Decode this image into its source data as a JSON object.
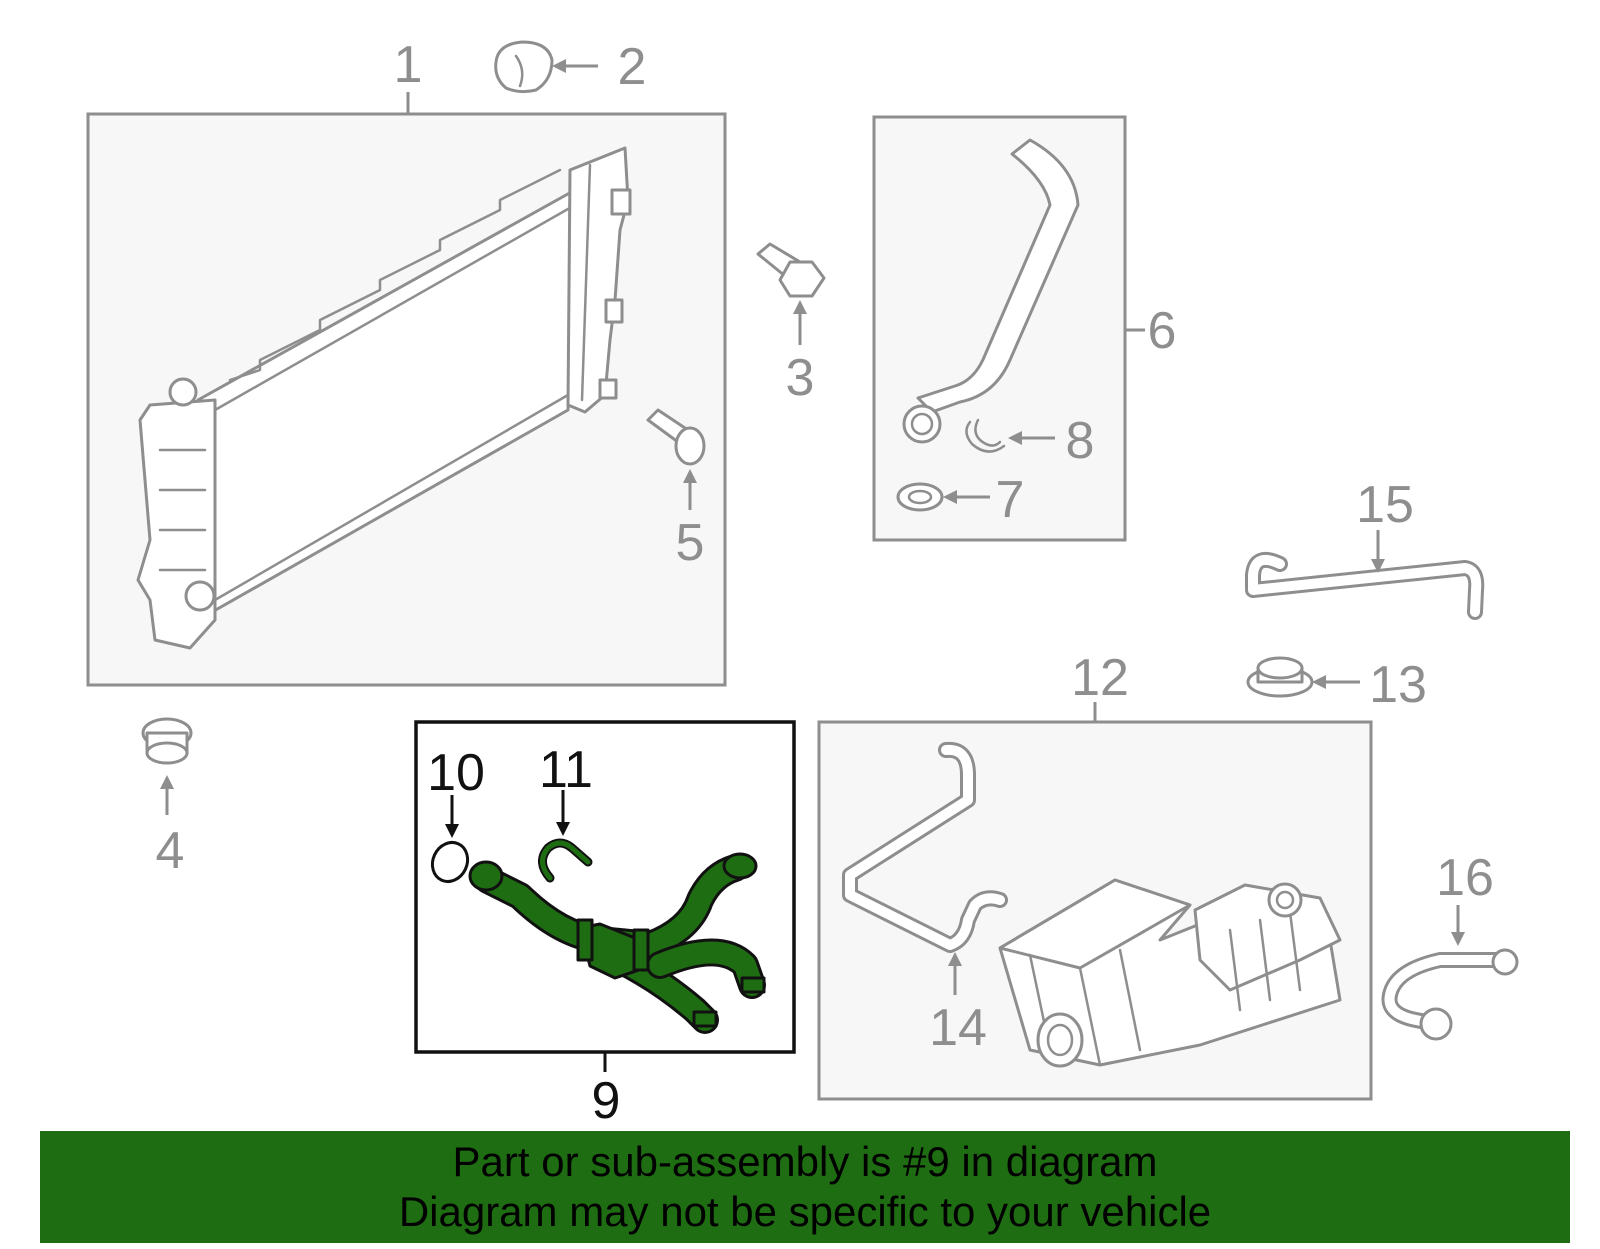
{
  "diagram": {
    "callouts": [
      "1",
      "2",
      "3",
      "4",
      "5",
      "6",
      "7",
      "8",
      "9",
      "10",
      "11",
      "12",
      "13",
      "14",
      "15",
      "16"
    ],
    "highlighted_part": "9",
    "colors": {
      "highlight_green": "#1f6d12",
      "part_grey": "#8e8e8e",
      "box_fill": "#f7f7f7",
      "highlight_outline": "#111111"
    }
  },
  "footer": {
    "line1": "Part or sub-assembly is #9 in diagram",
    "line2": "Diagram may not be specific to your vehicle"
  }
}
